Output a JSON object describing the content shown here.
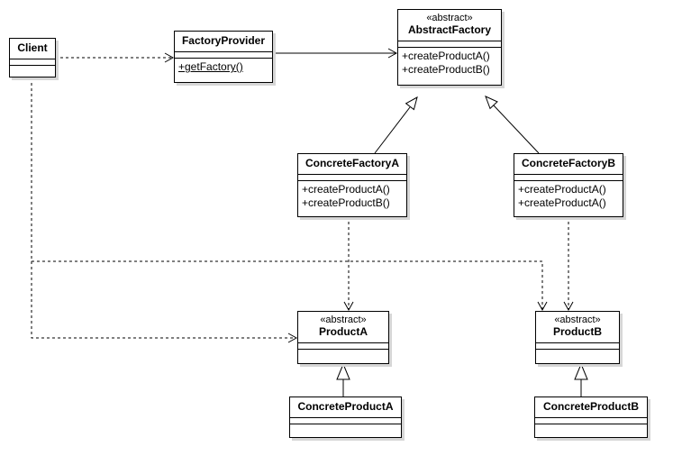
{
  "classes": {
    "client": {
      "name": "Client",
      "operations": []
    },
    "factory_provider": {
      "name": "FactoryProvider",
      "operations": [
        "+getFactory()"
      ]
    },
    "abstract_factory": {
      "stereotype": "«abstract»",
      "name": "AbstractFactory",
      "operations": [
        "+createProductA()",
        "+createProductB()"
      ]
    },
    "concrete_factory_a": {
      "name": "ConcreteFactoryA",
      "operations": [
        "+createProductA()",
        "+createProductB()"
      ]
    },
    "concrete_factory_b": {
      "name": "ConcreteFactoryB",
      "operations": [
        "+createProductA()",
        "+createProductA()"
      ]
    },
    "product_a": {
      "stereotype": "«abstract»",
      "name": "ProductA",
      "operations": []
    },
    "product_b": {
      "stereotype": "«abstract»",
      "name": "ProductB",
      "operations": []
    },
    "concrete_product_a": {
      "name": "ConcreteProductA",
      "operations": []
    },
    "concrete_product_b": {
      "name": "ConcreteProductB",
      "operations": []
    }
  },
  "relations": [
    {
      "type": "dependency",
      "from": "Client",
      "to": "FactoryProvider"
    },
    {
      "type": "association",
      "from": "FactoryProvider",
      "to": "AbstractFactory"
    },
    {
      "type": "generalization",
      "from": "ConcreteFactoryA",
      "to": "AbstractFactory"
    },
    {
      "type": "generalization",
      "from": "ConcreteFactoryB",
      "to": "AbstractFactory"
    },
    {
      "type": "dependency",
      "from": "ConcreteFactoryA",
      "to": "ProductA"
    },
    {
      "type": "dependency",
      "from": "ConcreteFactoryB",
      "to": "ProductB"
    },
    {
      "type": "dependency",
      "from": "Client",
      "to": "ProductA"
    },
    {
      "type": "dependency",
      "from": "Client",
      "to": "ProductB"
    },
    {
      "type": "generalization",
      "from": "ConcreteProductA",
      "to": "ProductA"
    },
    {
      "type": "generalization",
      "from": "ConcreteProductB",
      "to": "ProductB"
    }
  ],
  "colors": {
    "line": "#000000",
    "shadow": "#d6d6d6",
    "background": "#ffffff"
  }
}
